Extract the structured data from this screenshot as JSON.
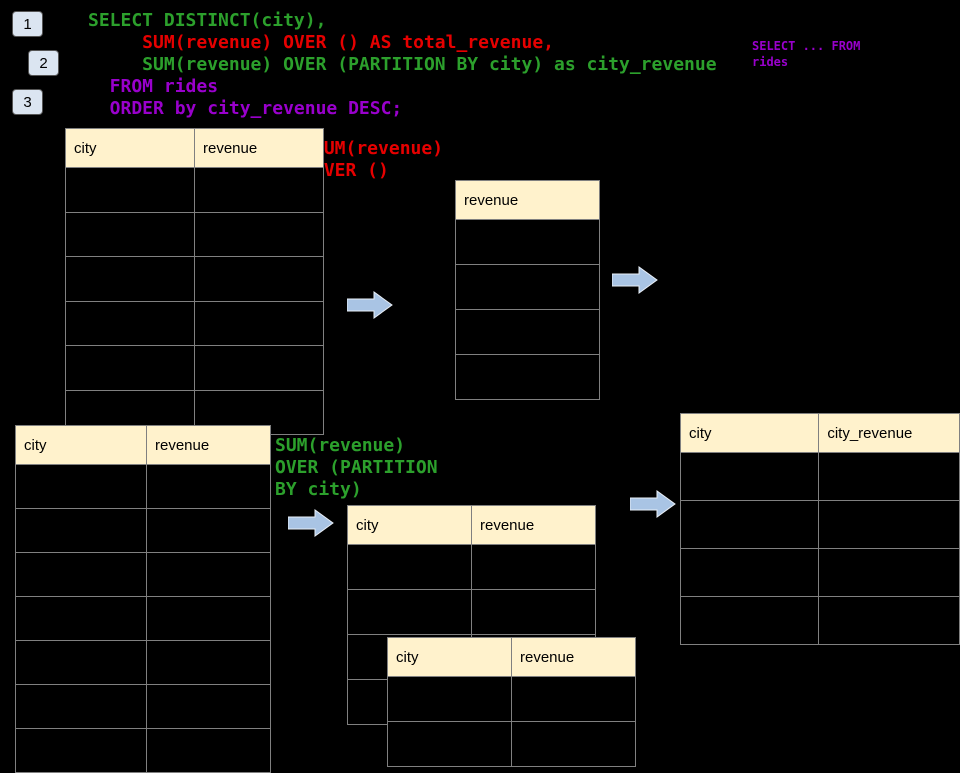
{
  "colors": {
    "background": "#000000",
    "code_green": "#2ca02c",
    "code_red": "#e60000",
    "code_purple": "#9900cc",
    "header_bg": "#fff2cc",
    "table_border": "#808080",
    "arrow_fill": "#a9c4e4",
    "arrow_stroke": "#e9eff7",
    "badge_bg": "#dbe5f1",
    "badge_border": "#555555"
  },
  "badges": [
    {
      "label": "1"
    },
    {
      "label": "2"
    },
    {
      "label": "3"
    }
  ],
  "sql": {
    "lines": [
      {
        "text": "SELECT DISTINCT(city),",
        "color": "green"
      },
      {
        "text": "     SUM(revenue) OVER () AS total_revenue,",
        "color": "red"
      },
      {
        "text": "     SUM(revenue) OVER (PARTITION BY city) as city_revenue",
        "color": "green"
      },
      {
        "text": "  FROM rides",
        "color": "purple"
      },
      {
        "text": "  ORDER by city_revenue DESC;",
        "color": "purple"
      }
    ]
  },
  "side_note": {
    "text": "SELECT ... FROM\nrides"
  },
  "annotations": {
    "sum_over": "SUM(revenue)\nOVER ()",
    "sum_partition": "SUM(revenue)\nOVER (PARTITION\nBY city)"
  },
  "tables": {
    "source_top": {
      "headers": [
        "city",
        "revenue"
      ],
      "empty_rows": 6
    },
    "revenue_only": {
      "headers": [
        "revenue"
      ],
      "empty_rows": 4
    },
    "source_bottom": {
      "headers": [
        "city",
        "revenue"
      ],
      "empty_rows": 7
    },
    "partition_mid": {
      "headers": [
        "city",
        "revenue"
      ],
      "empty_rows": 4
    },
    "partition_front": {
      "headers": [
        "city",
        "revenue"
      ],
      "empty_rows": 2
    },
    "result": {
      "headers": [
        "city",
        "city_revenue"
      ],
      "empty_rows": 4
    }
  }
}
